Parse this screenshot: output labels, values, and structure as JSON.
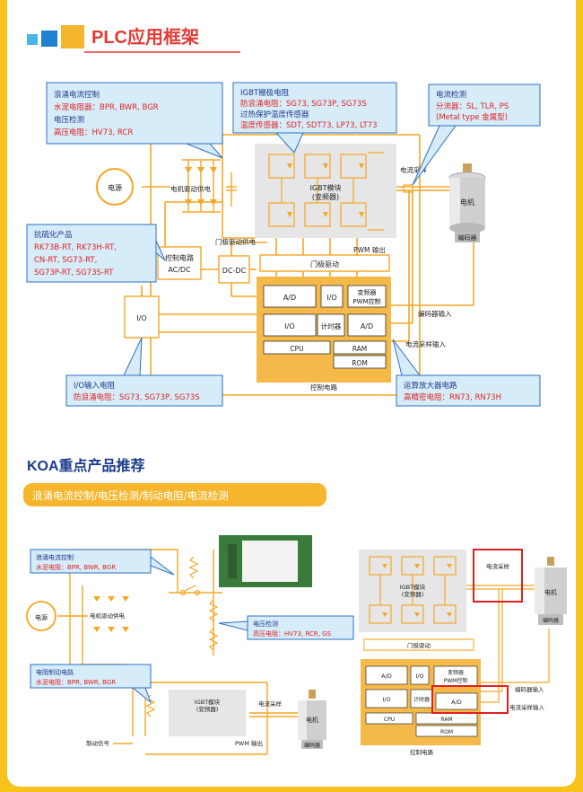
{
  "header": {
    "title": "PLC应用框架"
  },
  "colors": {
    "accent": "#f5a623",
    "navy": "#1b3a8c",
    "red": "#e02020",
    "callout": "#d7ecf9",
    "callout_border": "#2a6fc4",
    "title_red": "#e53935",
    "badge": "#f5b62e"
  },
  "diagram1": {
    "callouts": {
      "surge": {
        "heading": "浪涌电流控制",
        "line1": "水泥电阻器：BPR, BWR, BGR",
        "heading2": "电压检测",
        "line2": "高压电阻：HV73, RCR"
      },
      "igbt": {
        "heading": "IGBT栅极电阻",
        "line1": "防浪涌电阻：SG73, SG73P, SG73S",
        "heading2": "过热保护温度传感器",
        "line2": "温度传感器：SDT, SDT73, LP73, LT73"
      },
      "current": {
        "heading": "电流检测",
        "line1": "分流器：SL, TLR, PS",
        "line2": "(Metal type 金属型)"
      },
      "sulfur": {
        "heading": "抗硫化产品",
        "line1": "RK73B-RT, RK73H-RT,",
        "line2": "CN-RT,  SG73-RT,",
        "line3": "SG73P-RT, SG73S-RT"
      },
      "io": {
        "heading": "I/O输入电阻",
        "line1": "防浪涌电阻：SG73, SG73P, SG73S"
      },
      "opamp": {
        "heading": "运算放大器电路",
        "line1": "高精密电阻：RN73, RN73H"
      }
    },
    "labels": {
      "power": "电源",
      "motor_drive_power": "电机驱动供电",
      "igbt_module": "IGBT模块",
      "inverter": "(变频器)",
      "current_sampling": "电流采样",
      "motor": "电机",
      "encoder": "编码器",
      "gate_drive_power": "门极驱动供电",
      "pwm_output": "PWM 输出",
      "gate_drive": "门极驱动",
      "control_circuit_acdc_1": "控制电路",
      "control_circuit_acdc_2": "AC/DC",
      "dcdc": "DC-DC",
      "io": "I/O",
      "ad": "A/D",
      "io2": "I/O",
      "inverter_pwm_1": "变频器",
      "inverter_pwm_2": "PWM控制",
      "io3": "I/O",
      "timer": "计时器",
      "ad2": "A/D",
      "cpu": "CPU",
      "ram": "RAM",
      "rom": "ROM",
      "encoder_input": "编码器输入",
      "current_sampling_input": "电流采样输入",
      "control_circuit": "控制电路"
    }
  },
  "section2": {
    "title": "KOA重点产品推荐",
    "banner": "浪涌电流控制/电压检测/制动电阻/电流检测"
  },
  "diagram2": {
    "callouts": {
      "surge": {
        "heading": "浪涌电流控制",
        "line1": "水泥电阻：BPR, BWR, BGR"
      },
      "voltage": {
        "heading": "电压检测",
        "line1": "高压电阻：HV73, RCR, GS"
      },
      "brake": {
        "heading": "电阻制动电路",
        "line1": "水泥电阻：BPR, BWR, BGR"
      }
    },
    "labels": {
      "power": "电源",
      "motor_drive_power": "电机驱动供电",
      "igbt_module": "IGBT模块",
      "inverter": "(变频器)",
      "current_sampling": "电流采样",
      "motor": "电机",
      "encoder": "编码器",
      "control_signal": "制动信号",
      "pwm_output": "PWM 输出"
    }
  },
  "diagram3": {
    "labels": {
      "igbt_module": "IGBT模块",
      "inverter": "(变频器)",
      "current_sampling": "电流采样",
      "motor": "电机",
      "encoder": "编码器",
      "gate_drive": "门极驱动",
      "ad": "A/D",
      "io": "I/O",
      "inverter_pwm_1": "变频器",
      "inverter_pwm_2": "PWM控制",
      "io2": "I/O",
      "timer": "计时器",
      "ad2": "A/D",
      "cpu": "CPU",
      "ram": "RAM",
      "rom": "ROM",
      "encoder_input": "编码器输入",
      "current_sampling_input": "电流采样输入",
      "control_circuit": "控制电路"
    }
  }
}
